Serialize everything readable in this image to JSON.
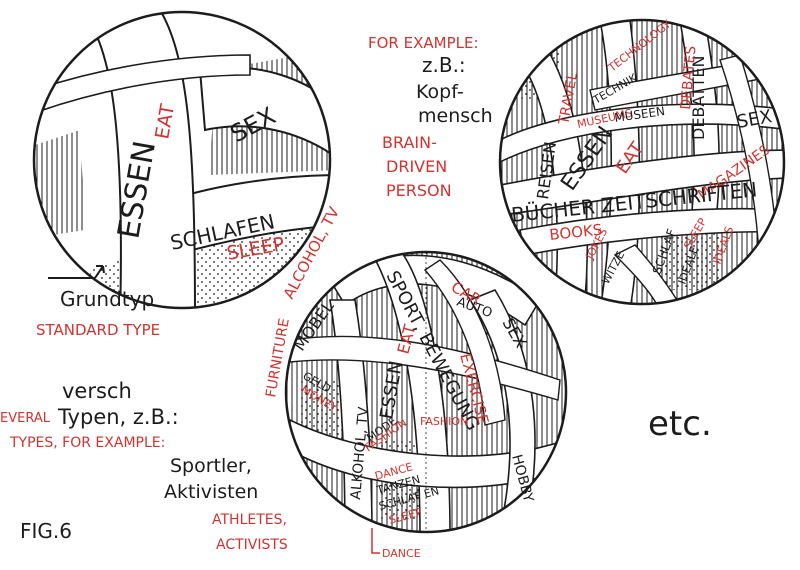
{
  "figure": {
    "label": "FIG.6",
    "etc": "etc."
  },
  "colors": {
    "ink": "#1c1c1c",
    "red": "#d2332f",
    "paper": "#ffffff"
  },
  "ball_standard": {
    "bands": [
      {
        "de": "ESSEN",
        "en": "EAT"
      },
      {
        "de": "SEX",
        "en": ""
      },
      {
        "de": "SCHLAFEN",
        "en": "SLEEP"
      }
    ],
    "label_de": "Grundtyp",
    "label_en": "STANDARD TYPE"
  },
  "ball_brain": {
    "intro_en": "FOR EXAMPLE:",
    "intro_de_1": "z.B.:",
    "intro_de_2": "Kopf-",
    "intro_de_3": "mensch",
    "type_en_1": "BRAIN-",
    "type_en_2": "DRIVEN",
    "type_en_3": "PERSON",
    "bands": {
      "reisen": "REISEN",
      "travel": "TRAVEL",
      "museen": "MUSEEN",
      "museums": "MUSEUMS",
      "technik": "TECHNIK",
      "technology": "TECHNOLOGY",
      "debatten": "DEBATTEN",
      "debates": "DEBATES",
      "essen": "ESSEN",
      "eat": "EAT",
      "sex": "SEX",
      "magazines": "MAGAZINES",
      "buecher": "BÜCHER ZEITSCHRIFTEN",
      "books": "BOOKS",
      "witze": "WITZE",
      "jokes": "JOKES",
      "schlaf": "SCHLAF",
      "sleep": "SLEEP",
      "ideale": "IDEALE",
      "ideals": "IDEALS"
    }
  },
  "ball_active": {
    "bands": {
      "alcohol": "ALCOHOL, TV",
      "car": "CAR",
      "auto": "AUTO",
      "sport": "SPORT, BEWEGUNG",
      "exercise": "EXERCISE",
      "sex": "SEX",
      "moebel": "MÖBEL",
      "furniture": "FURNITURE",
      "geld": "GELD",
      "money": "MONEY",
      "essen": "ESSEN",
      "eat": "EAT",
      "alkohol": "ALKOHOL, TV",
      "mode": "MODE",
      "fashion1": "FASHION",
      "fashion2": "FASHION",
      "dance1": "DANCE",
      "tanzen": "TANZEN",
      "schlafen": "SCHLAF EN",
      "sleep": "SLEEP",
      "hobby": "HOBBY",
      "dance2": "DANCE"
    },
    "caption_de_1": "versch",
    "caption_de_2": "Typen, z.B.:",
    "caption_en": "TYPES, FOR EXAMPLE:",
    "caption_en_left": "EVERAL",
    "caption_de_3": "Sportler,",
    "caption_de_4": "Aktivisten",
    "caption_en_2": "ATHLETES,",
    "caption_en_3": "ACTIVISTS"
  }
}
